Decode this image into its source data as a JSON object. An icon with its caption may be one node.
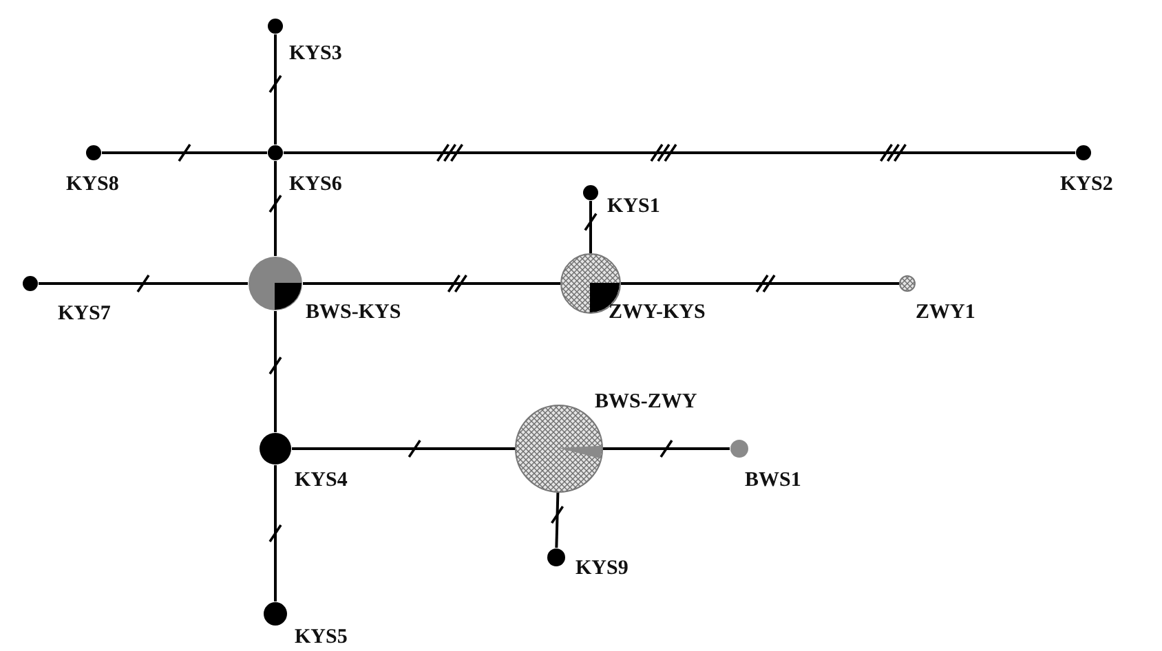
{
  "diagram": {
    "nodes": [
      {
        "text": [],
        "shape": "circle",
        "beside": [
          "KYS3"
        ]
      },
      {
        "text": [],
        "shape": "circle",
        "beside": [
          "KYS8"
        ]
      },
      {
        "text": [],
        "shape": "circle",
        "beside": [
          "KYS6"
        ]
      },
      {
        "text": [],
        "shape": "circle",
        "beside": [
          "KYS2"
        ]
      },
      {
        "text": [],
        "shape": "circle",
        "beside": [
          "KYS1"
        ]
      },
      {
        "text": [],
        "shape": "circle",
        "beside": [
          "KYS7"
        ]
      },
      {
        "text": [],
        "shape": "circle",
        "beside": [
          "BWS-KYS"
        ]
      },
      {
        "text": [],
        "shape": "circle",
        "beside": [
          "ZWY-KYS"
        ]
      },
      {
        "text": [],
        "shape": "circle",
        "beside": [
          "ZWY1"
        ]
      },
      {
        "text": [],
        "shape": "circle",
        "beside": [
          "BWS-ZWY"
        ]
      },
      {
        "text": [],
        "shape": "circle",
        "beside": [
          "KYS4"
        ]
      },
      {
        "text": [],
        "shape": "circle",
        "beside": [
          "BWS1"
        ]
      },
      {
        "text": [],
        "shape": "circle",
        "beside": [
          "KYS9"
        ]
      },
      {
        "text": [],
        "shape": "circle",
        "beside": [
          "KYS5"
        ]
      }
    ],
    "edges": [
      {
        "from": 0,
        "to": 2,
        "arrow": "none"
      },
      {
        "from": 1,
        "to": 2,
        "arrow": "none"
      },
      {
        "from": 2,
        "to": 3,
        "arrow": "none"
      },
      {
        "from": 2,
        "to": 6,
        "arrow": "none"
      },
      {
        "from": 5,
        "to": 6,
        "arrow": "none"
      },
      {
        "from": 6,
        "to": 7,
        "arrow": "none"
      },
      {
        "from": 4,
        "to": 7,
        "arrow": "none"
      },
      {
        "from": 7,
        "to": 8,
        "arrow": "none"
      },
      {
        "from": 6,
        "to": 10,
        "arrow": "none"
      },
      {
        "from": 10,
        "to": 9,
        "arrow": "none"
      },
      {
        "from": 9,
        "to": 11,
        "arrow": "none"
      },
      {
        "from": 9,
        "to": 12,
        "arrow": "none"
      },
      {
        "from": 10,
        "to": 13,
        "arrow": "none"
      }
    ]
  }
}
